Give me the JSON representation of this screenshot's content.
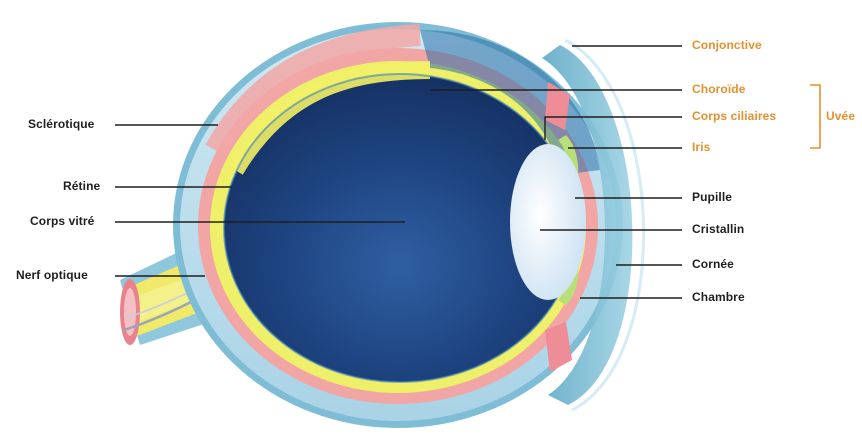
{
  "colors": {
    "label_dark": "#1f1f1f",
    "label_orange": "#e5902f",
    "sclera": "#b7dcec",
    "choroid": "#f2a7a6",
    "retina": "#f1ef67",
    "vitreous": "#1a3f78",
    "lens": "#e9f3fb",
    "iris": "#b8e07a",
    "ciliary": "#ee8c98"
  },
  "labels_left": [
    {
      "id": "sclerotique",
      "text": "Sclérotique"
    },
    {
      "id": "retine",
      "text": "Rétine"
    },
    {
      "id": "corps-vitre",
      "text": "Corps vitré"
    },
    {
      "id": "nerf-optique",
      "text": "Nerf optique"
    }
  ],
  "labels_right": [
    {
      "id": "conjonctive",
      "text": "Conjonctive"
    },
    {
      "id": "choroide",
      "text": "Choroïde"
    },
    {
      "id": "corps-ciliaires",
      "text": "Corps ciliaires"
    },
    {
      "id": "iris",
      "text": "Iris"
    },
    {
      "id": "pupille",
      "text": "Pupille"
    },
    {
      "id": "cristallin",
      "text": "Cristallin"
    },
    {
      "id": "cornee",
      "text": "Cornée"
    },
    {
      "id": "chambre",
      "text": "Chambre"
    }
  ],
  "group_label": "Uvée"
}
